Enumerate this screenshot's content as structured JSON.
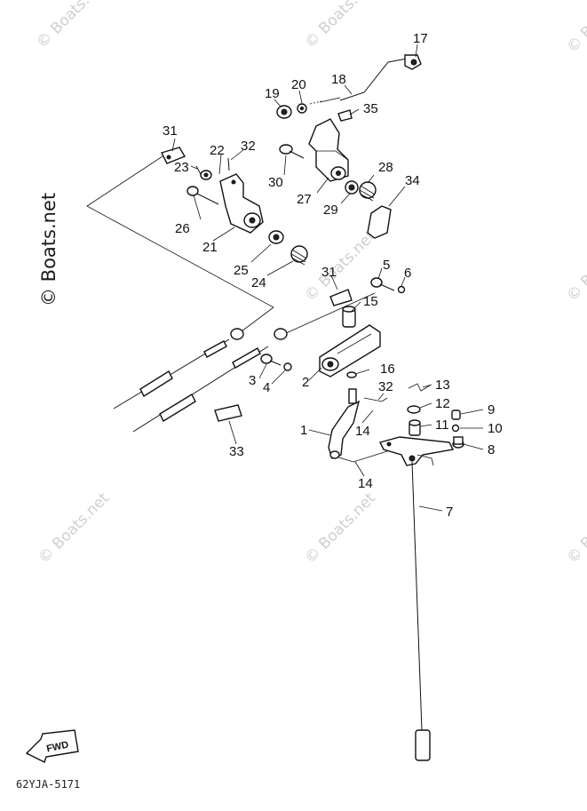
{
  "diagram": {
    "watermark": "© Boats.net",
    "side_watermark": "© Boats.net",
    "fwd_label": "FWD",
    "diagram_code": "62YJA-5171",
    "callouts": {
      "c1": "1",
      "c2": "2",
      "c3": "3",
      "c4": "4",
      "c5": "5",
      "c6": "6",
      "c7": "7",
      "c8": "8",
      "c9": "9",
      "c10": "10",
      "c11": "11",
      "c12": "12",
      "c13": "13",
      "c14a": "14",
      "c14b": "14",
      "c15": "15",
      "c16": "16",
      "c17": "17",
      "c18": "18",
      "c19": "19",
      "c20": "20",
      "c21": "21",
      "c22": "22",
      "c23": "23",
      "c24": "24",
      "c25": "25",
      "c26": "26",
      "c27": "27",
      "c28": "28",
      "c29": "29",
      "c30": "30",
      "c31a": "31",
      "c31b": "31",
      "c32a": "32",
      "c32b": "32",
      "c33": "33",
      "c34": "34",
      "c35": "35"
    }
  }
}
